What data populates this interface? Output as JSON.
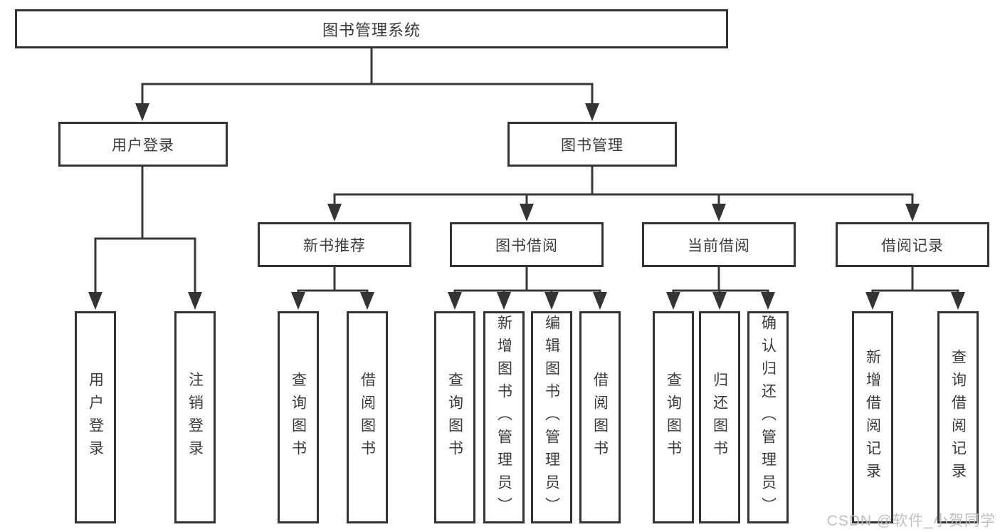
{
  "diagram": {
    "title": "图书管理系统",
    "level2": [
      {
        "label": "用户登录"
      },
      {
        "label": "图书管理"
      }
    ],
    "level3": [
      {
        "label": "新书推荐"
      },
      {
        "label": "图书借阅"
      },
      {
        "label": "当前借阅"
      },
      {
        "label": "借阅记录"
      }
    ],
    "leaves": [
      {
        "label": "用户登录"
      },
      {
        "label": "注销登录"
      },
      {
        "label": "查询图书"
      },
      {
        "label": "借阅图书"
      },
      {
        "label": "查询图书"
      },
      {
        "label": "新增图书（管理员）"
      },
      {
        "label": "编辑图书（管理员）"
      },
      {
        "label": "借阅图书"
      },
      {
        "label": "查询图书"
      },
      {
        "label": "归还图书"
      },
      {
        "label": "确认归还（管理员）"
      },
      {
        "label": "新增借阅记录"
      },
      {
        "label": "查询借阅记录"
      }
    ],
    "watermark": "CSDN @软件_小贺同学",
    "colors": {
      "line": "#383838",
      "border": "#343434",
      "text": "#3a3a3a",
      "watermark": "#bbbbbb",
      "background": "#ffffff"
    }
  }
}
